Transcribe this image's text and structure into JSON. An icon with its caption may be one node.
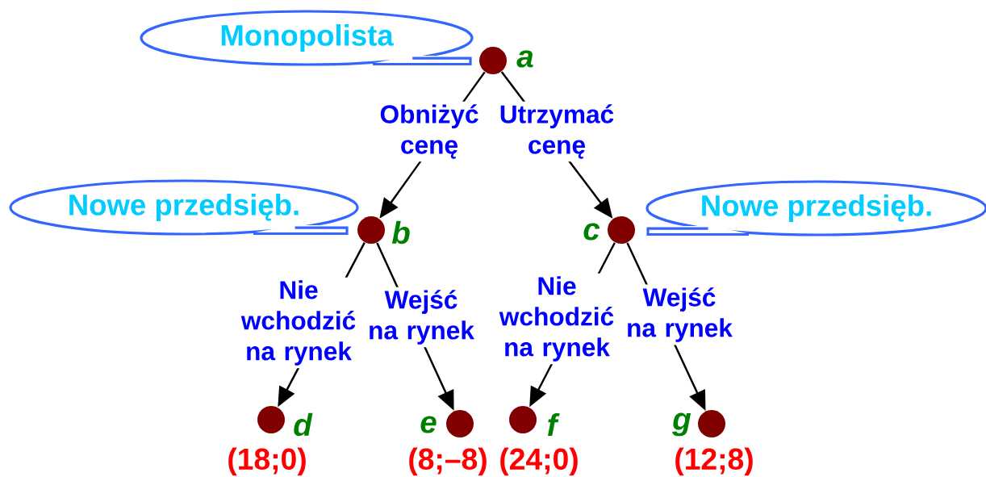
{
  "diagram": {
    "nodes": [
      {
        "text": [
          "Monopolista"
        ]
      },
      {
        "text": [],
        "shape": "circle",
        "beside": [
          "a"
        ]
      },
      {
        "text": [
          "Nowe przedsięb."
        ]
      },
      {
        "text": [],
        "shape": "circle",
        "beside": [
          "b"
        ]
      },
      {
        "text": [],
        "shape": "circle",
        "beside": [
          "c"
        ]
      },
      {
        "text": [
          "Nowe przedsięb."
        ]
      },
      {
        "text": [],
        "shape": "circle",
        "beside": [
          "d",
          "(18;0)"
        ]
      },
      {
        "text": [],
        "shape": "circle",
        "beside": [
          "e",
          "(8;–8)"
        ]
      },
      {
        "text": [],
        "shape": "circle",
        "beside": [
          "f",
          "(24;0)"
        ]
      },
      {
        "text": [],
        "shape": "circle",
        "beside": [
          "g",
          "(12;8)"
        ]
      }
    ],
    "edges": [
      {
        "from": 1,
        "to": 3,
        "arrow": "to",
        "label": "Obniżyć cenę"
      },
      {
        "from": 1,
        "to": 4,
        "arrow": "to",
        "label": "Utrzymać cenę"
      },
      {
        "from": 3,
        "to": 6,
        "arrow": "to",
        "label": "Nie wchodzić na rynek"
      },
      {
        "from": 3,
        "to": 7,
        "arrow": "to",
        "label": "Wejść na rynek"
      },
      {
        "from": 4,
        "to": 8,
        "arrow": "to",
        "label": "Nie wchodzić na rynek"
      },
      {
        "from": 4,
        "to": 9,
        "arrow": "to",
        "label": "Wejść na rynek"
      }
    ]
  }
}
